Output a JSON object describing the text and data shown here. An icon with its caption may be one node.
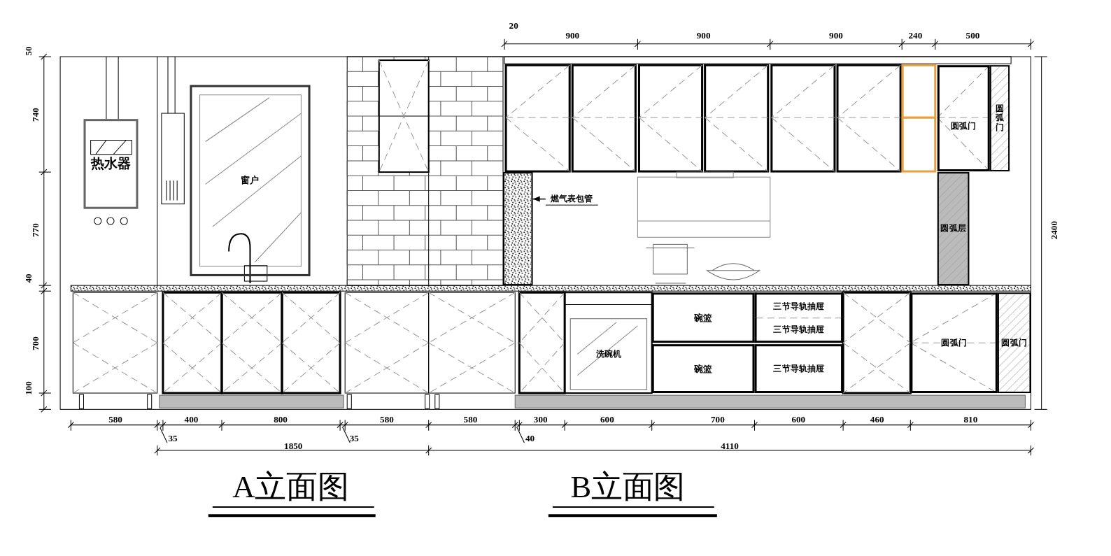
{
  "diagram": {
    "nodes": [
      {
        "text": [
          "热水器"
        ]
      },
      {
        "text": [
          "窗户"
        ]
      },
      {
        "text": [],
        "shape": "bar"
      },
      {
        "text": [
          "燃气表包管"
        ]
      },
      {
        "text": [
          "圆弧门"
        ]
      },
      {
        "text": [
          "圆弧门"
        ]
      },
      {
        "text": [
          "圆弧层"
        ]
      },
      {
        "text": [
          "碗篮"
        ]
      },
      {
        "text": [
          "三节导轨抽屉"
        ]
      },
      {
        "text": [
          "三节导轨抽屉"
        ]
      },
      {
        "text": [
          "洗碗机"
        ]
      },
      {
        "text": [
          "圆弧门"
        ]
      },
      {
        "text": [
          "圆弧门"
        ]
      },
      {
        "text": [
          "碗篮"
        ]
      },
      {
        "text": [
          "三节导轨抽屉"
        ]
      }
    ],
    "edges": [
      {
        "from": 3,
        "to": 2,
        "arrow": "to"
      }
    ],
    "labels": [
      "20",
      "900",
      "900",
      "900",
      "240",
      "500",
      "50",
      "740",
      "770",
      "40",
      "700",
      "100",
      "2400",
      "580",
      "400",
      "800",
      "580",
      "580",
      "300",
      "600",
      "700",
      "600",
      "460",
      "810",
      "35",
      "35",
      "40",
      "1850",
      "4110",
      "A立面图",
      "B立面图"
    ]
  }
}
